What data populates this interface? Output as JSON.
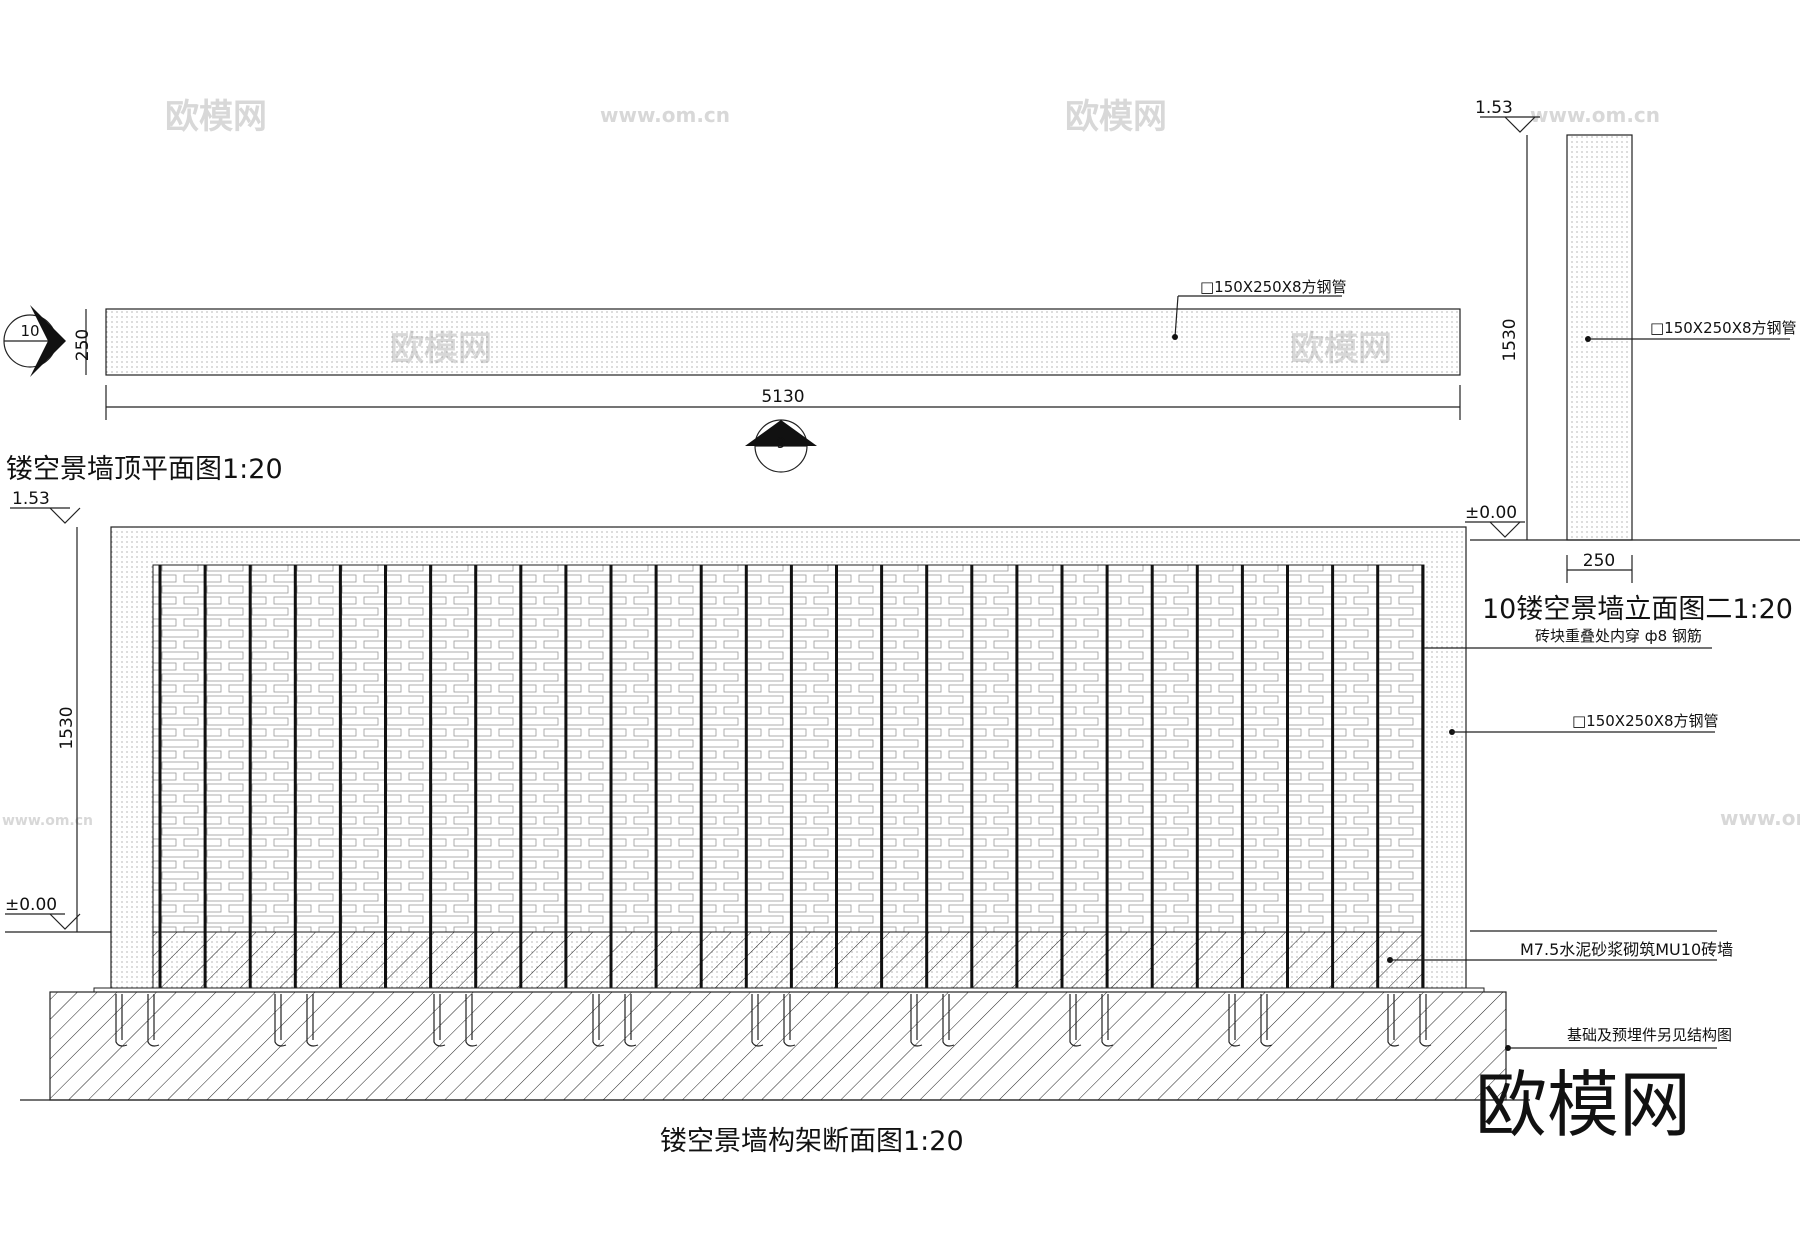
{
  "plan": {
    "title": "镂空景墙顶平面图1:20",
    "label_pipe": "□150X250X8方钢管",
    "dim_length": "5130",
    "dim_width": "250",
    "section_mark_10": "10",
    "section_mark_9": "9"
  },
  "elevation2": {
    "title": "10镂空景墙立面图二1:20",
    "top_level": "1.53",
    "ground_level": "±0.00",
    "dim_height": "1530",
    "dim_width": "250",
    "label_pipe": "□150X250X8方钢管"
  },
  "section": {
    "title": "镂空景墙构架断面图1:20",
    "top_level": "1.53",
    "ground_level": "±0.00",
    "dim_height": "1530",
    "label_rebar": "砖块重叠处内穿 ф8 钢筋",
    "label_pipe": "□150X250X8方钢管",
    "label_brick": "M7.5水泥砂浆砌筑MU10砖墙",
    "label_foundation": "基础及预埋件另见结构图"
  },
  "watermark": {
    "brand": "欧模网",
    "url": "www.om.cn"
  },
  "colors": {
    "line": "#111111",
    "watermark": "#d8d8d8"
  }
}
